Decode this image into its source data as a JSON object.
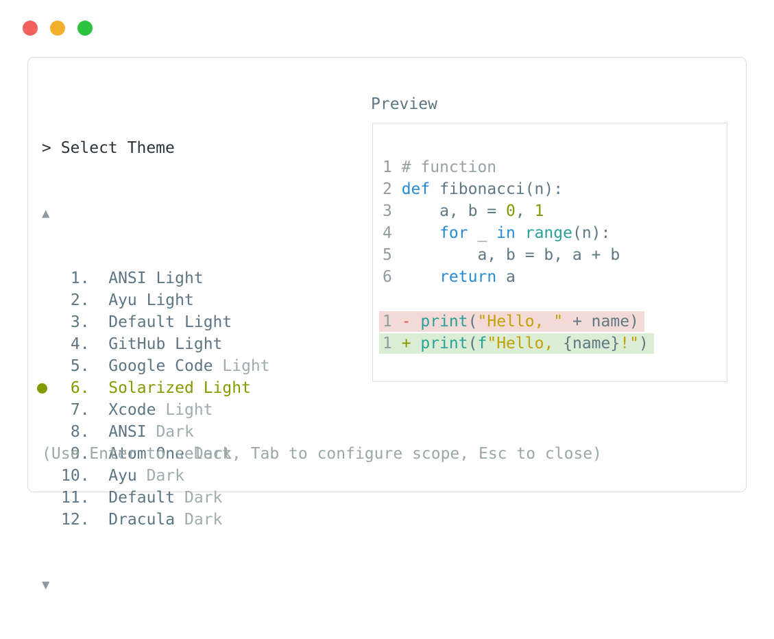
{
  "window": {
    "controls": [
      {
        "name": "close",
        "color": "#f2615c"
      },
      {
        "name": "minimize",
        "color": "#f2b02c"
      },
      {
        "name": "zoom",
        "color": "#2cc33f"
      }
    ]
  },
  "selector": {
    "prompt": "> Select Theme",
    "scroll_up": "▲",
    "scroll_down": "▼",
    "help": "(Use Enter to select, Tab to configure scope, Esc to close)",
    "themes": [
      {
        "number": " 1.",
        "name": "ANSI",
        "variant": "Light",
        "variant_dim": false,
        "selected": false
      },
      {
        "number": " 2.",
        "name": "Ayu",
        "variant": "Light",
        "variant_dim": false,
        "selected": false
      },
      {
        "number": " 3.",
        "name": "Default",
        "variant": "Light",
        "variant_dim": false,
        "selected": false
      },
      {
        "number": " 4.",
        "name": "GitHub",
        "variant": "Light",
        "variant_dim": false,
        "selected": false
      },
      {
        "number": " 5.",
        "name": "Google Code",
        "variant": "Light",
        "variant_dim": true,
        "selected": false
      },
      {
        "number": " 6.",
        "name": "Solarized",
        "variant": "Light",
        "variant_dim": false,
        "selected": true
      },
      {
        "number": " 7.",
        "name": "Xcode",
        "variant": "Light",
        "variant_dim": true,
        "selected": false
      },
      {
        "number": " 8.",
        "name": "ANSI",
        "variant": "Dark",
        "variant_dim": true,
        "selected": false
      },
      {
        "number": " 9.",
        "name": "Atom One",
        "variant": "Dark",
        "variant_dim": true,
        "selected": false
      },
      {
        "number": "10.",
        "name": "Ayu",
        "variant": "Dark",
        "variant_dim": true,
        "selected": false
      },
      {
        "number": "11.",
        "name": "Default",
        "variant": "Dark",
        "variant_dim": true,
        "selected": false
      },
      {
        "number": "12.",
        "name": "Dracula",
        "variant": "Dark",
        "variant_dim": true,
        "selected": false
      }
    ]
  },
  "preview": {
    "label": "Preview",
    "code_lines": [
      {
        "num": "1",
        "tokens": [
          {
            "t": "# function",
            "c": "comment"
          }
        ]
      },
      {
        "num": "2",
        "tokens": [
          {
            "t": "def",
            "c": "kw"
          },
          {
            "t": " fibonacci(n):",
            "c": "plain"
          }
        ]
      },
      {
        "num": "3",
        "tokens": [
          {
            "t": "    a, b = ",
            "c": "plain"
          },
          {
            "t": "0",
            "c": "olive"
          },
          {
            "t": ", ",
            "c": "plain"
          },
          {
            "t": "1",
            "c": "olive"
          }
        ]
      },
      {
        "num": "4",
        "tokens": [
          {
            "t": "    ",
            "c": "plain"
          },
          {
            "t": "for",
            "c": "kw"
          },
          {
            "t": " _ ",
            "c": "plain"
          },
          {
            "t": "in",
            "c": "kw"
          },
          {
            "t": " ",
            "c": "plain"
          },
          {
            "t": "range",
            "c": "fn"
          },
          {
            "t": "(n):",
            "c": "plain"
          }
        ]
      },
      {
        "num": "5",
        "tokens": [
          {
            "t": "        a, b = b, a + b",
            "c": "plain"
          }
        ]
      },
      {
        "num": "6",
        "tokens": [
          {
            "t": "    ",
            "c": "plain"
          },
          {
            "t": "return",
            "c": "kw"
          },
          {
            "t": " a",
            "c": "plain"
          }
        ]
      }
    ],
    "diff_lines": [
      {
        "num": "1",
        "change": "removed",
        "tokens": [
          {
            "t": "- ",
            "c": "red"
          },
          {
            "t": "print",
            "c": "fn"
          },
          {
            "t": "(",
            "c": "plain"
          },
          {
            "t": "\"Hello, \"",
            "c": "str"
          },
          {
            "t": " + name)",
            "c": "plain"
          }
        ]
      },
      {
        "num": "1",
        "change": "added",
        "tokens": [
          {
            "t": "+ ",
            "c": "olive"
          },
          {
            "t": "print",
            "c": "fn"
          },
          {
            "t": "(",
            "c": "plain"
          },
          {
            "t": "f",
            "c": "fn"
          },
          {
            "t": "\"Hello, ",
            "c": "str"
          },
          {
            "t": "{name}",
            "c": "plain"
          },
          {
            "t": "!\"",
            "c": "str"
          },
          {
            "t": ")",
            "c": "plain"
          }
        ]
      }
    ]
  },
  "colors": {
    "accent_selected": "#859900",
    "keyword_blue": "#268bd2",
    "function_teal": "#2aa198",
    "string_gold": "#c2a202",
    "diff_removed_bg": "#f4dad7",
    "diff_added_bg": "#dcedd6",
    "diff_minus_red": "#e05252"
  }
}
